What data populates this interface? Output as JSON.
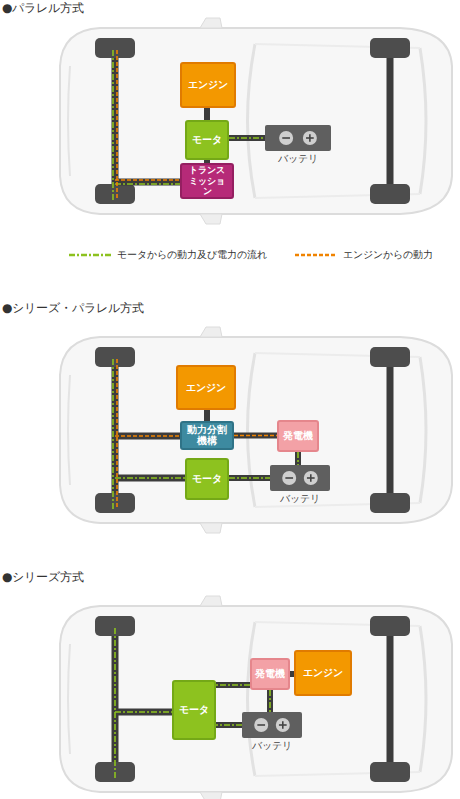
{
  "diagram": {
    "nodes": [
      {
        "text": [
          "エンジン"
        ]
      },
      {
        "text": [
          "モータ"
        ]
      },
      {
        "text": [
          "バッテリ"
        ]
      },
      {
        "text": [
          "トランス ミッション"
        ]
      },
      {
        "text": [
          "エンジン"
        ]
      },
      {
        "text": [
          "動力分割 機構"
        ]
      },
      {
        "text": [
          "発電機"
        ]
      },
      {
        "text": [
          "モータ"
        ]
      },
      {
        "text": [
          "バッテリ"
        ]
      },
      {
        "text": [
          "モータ"
        ]
      },
      {
        "text": [
          "発電機"
        ]
      },
      {
        "text": [
          "エンジン"
        ]
      },
      {
        "text": [
          "バッテリ"
        ]
      }
    ],
    "edges": [
      {
        "from": 0,
        "to": 1,
        "arrow": "none"
      },
      {
        "from": 1,
        "to": 2,
        "arrow": "none"
      },
      {
        "from": 1,
        "to": 3,
        "arrow": "none"
      },
      {
        "from": 4,
        "to": 5,
        "arrow": "none"
      },
      {
        "from": 5,
        "to": 6,
        "arrow": "none"
      },
      {
        "from": 6,
        "to": 8,
        "arrow": "none"
      },
      {
        "from": 7,
        "to": 8,
        "arrow": "none"
      },
      {
        "from": 11,
        "to": 10,
        "arrow": "none"
      },
      {
        "from": 10,
        "to": 9,
        "arrow": "none"
      },
      {
        "from": 10,
        "to": 12,
        "arrow": "none"
      },
      {
        "from": 12,
        "to": 9,
        "arrow": "none"
      }
    ],
    "labels": [
      "●パラレル方式",
      "●シリーズ・パラレル方式",
      "●シリーズ方式"
    ],
    "legend": [
      {
        "text": "モータからの動力及び電力の流れ"
      },
      {
        "text": "エンジンからの動力"
      }
    ]
  }
}
